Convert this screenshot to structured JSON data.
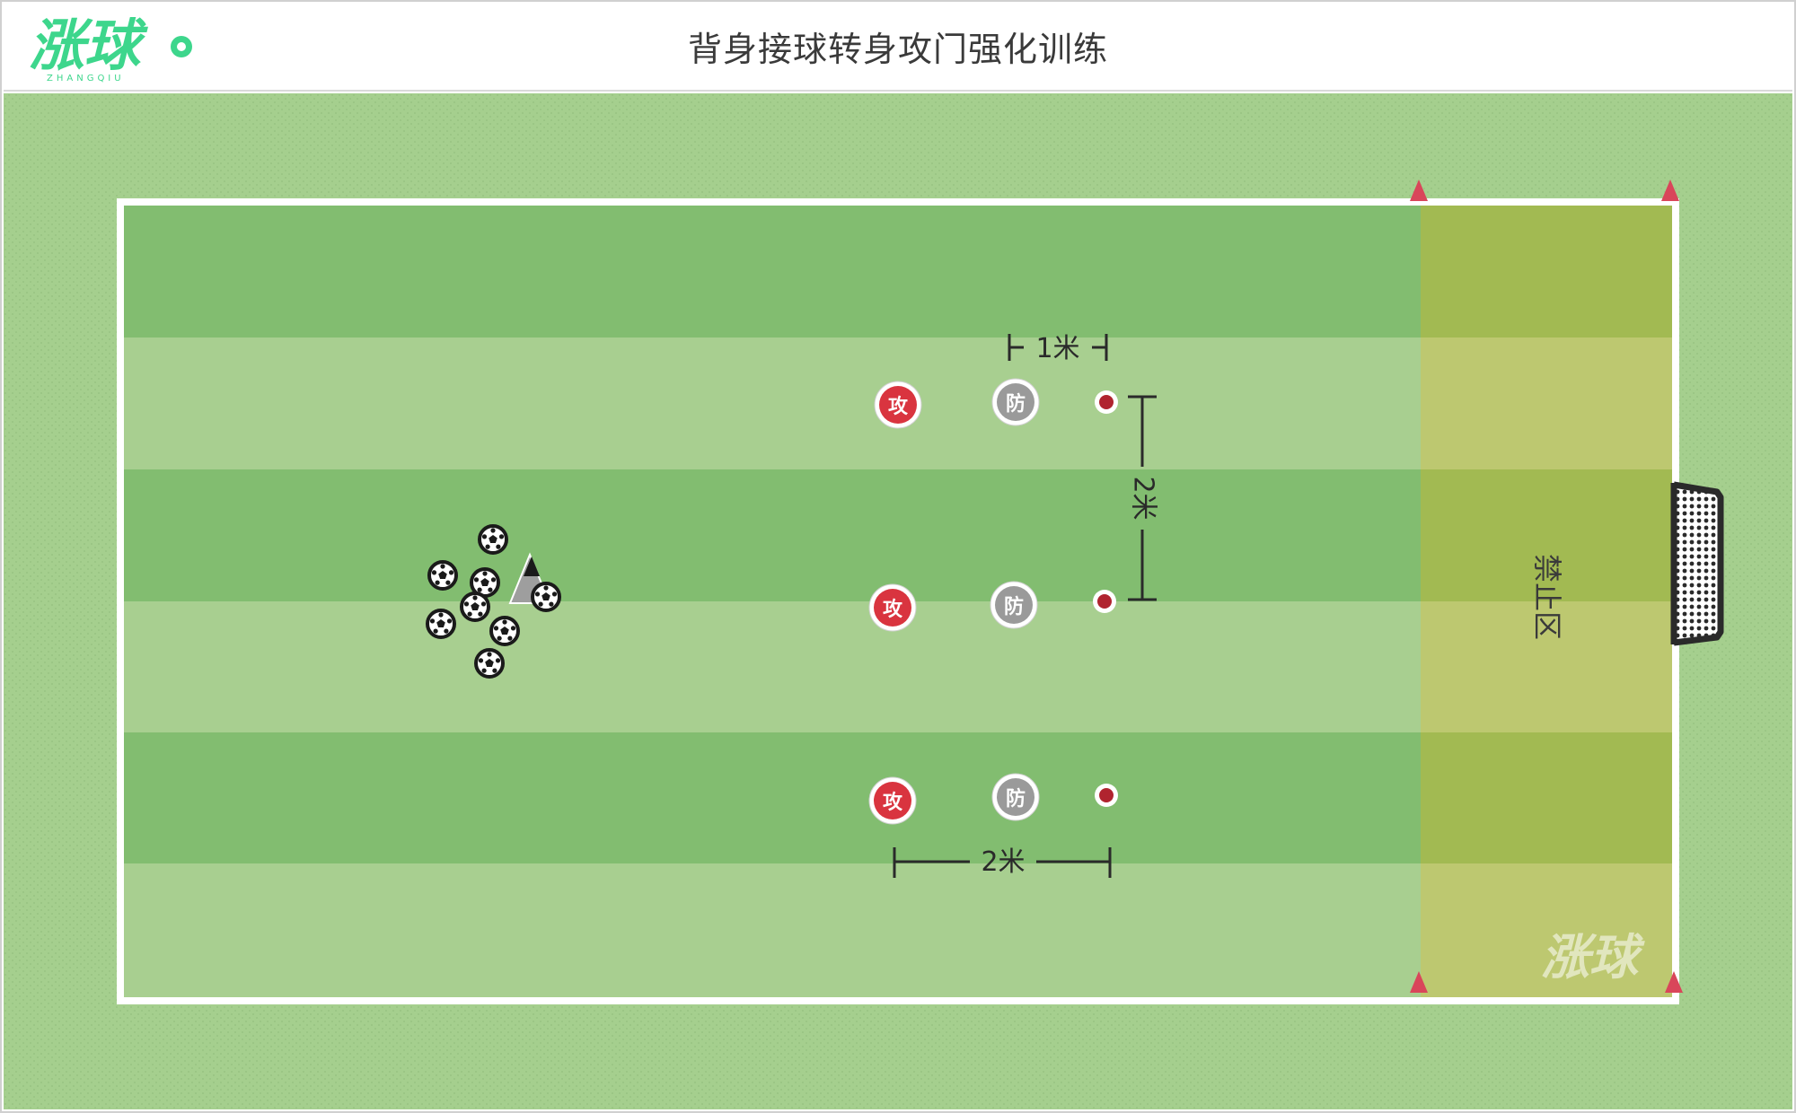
{
  "header": {
    "logo_text": "涨球",
    "logo_sub": "ZHANGQIU",
    "title": "背身接球转身攻门强化训练"
  },
  "pitch": {
    "forbidden_zone_label": "禁止区",
    "watermark": "涨球",
    "measure_1m": "1米",
    "measure_2m_vertical": "2米",
    "measure_2m_horizontal": "2米"
  },
  "players": {
    "attacker_label": "攻",
    "defender_label": "防"
  },
  "colors": {
    "outer_grass": "#a5cf8e",
    "stripe_dark": "#82bd70",
    "stripe_light": "#a8cf90",
    "forbidden_dark": "#a2ba52",
    "forbidden_light": "#bdc870",
    "attacker": "#d9343f",
    "defender": "#9a9a9a",
    "cone": "#d9465a",
    "marker": "#b0242f",
    "logo_green": "#3dd68c"
  },
  "icons": {
    "ball": "soccer-ball-icon",
    "cone": "cone-icon",
    "goal": "goal-icon",
    "coach": "coach-marker-icon"
  }
}
